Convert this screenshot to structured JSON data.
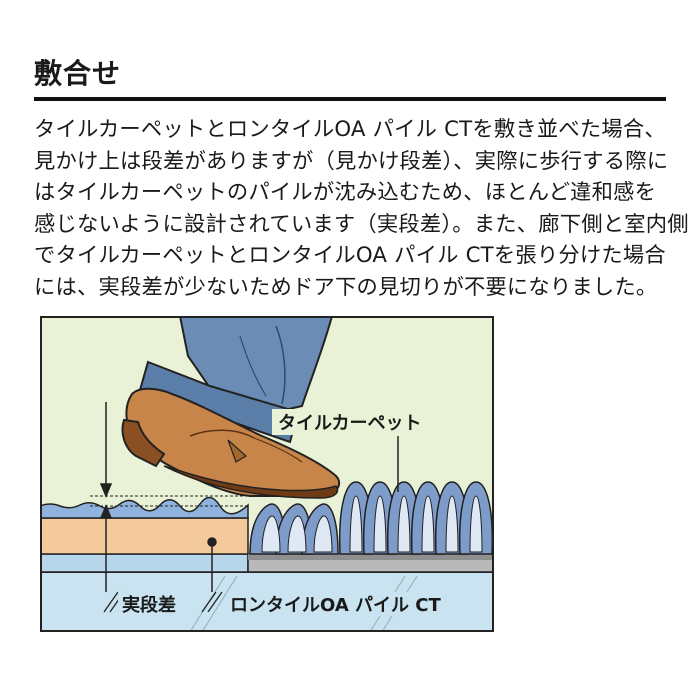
{
  "title": "敷合せ",
  "body_lines": [
    "タイルカーペットとロンタイルOA パイル CTを敷き並べた場合、",
    "見かけ上は段差がありますが（見かけ段差）、実際に歩行する際に",
    "はタイルカーペットのパイルが沈み込むため、ほとんど違和感を",
    "感じないように設計されています（実段差）。また、廊下側と室内側",
    "でタイルカーペットとロンタイルOA パイル CTを張り分けた場合",
    "には、実段差が少ないためドア下の見切りが不要になりました。"
  ],
  "diagram": {
    "label_tile_carpet": "タイルカーペット",
    "label_actual_step": "実段差",
    "label_product": "ロンタイルOA パイル CT",
    "colors": {
      "background": "#e9f2d6",
      "floor": "#c9e3f0",
      "base_layer": "#f4c99c",
      "top_layer": "#8fb3dc",
      "pile": "#7e9cc9",
      "gray_base": "#9a9a9a",
      "shoe": "#c8854a",
      "jeans": "#6b8db5"
    }
  }
}
